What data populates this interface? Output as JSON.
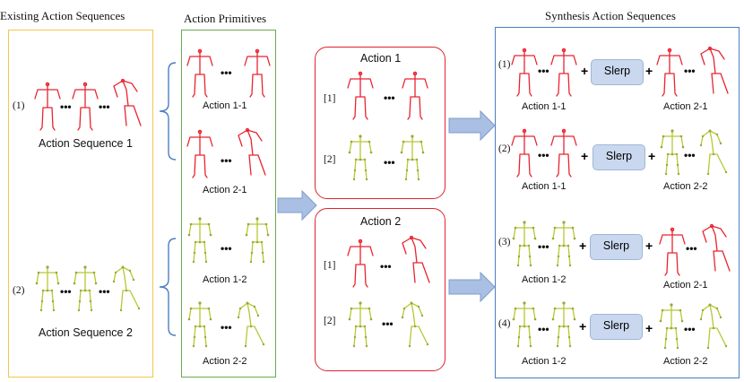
{
  "headers": {
    "existing": "Existing Action Sequences",
    "primitives": "Action Primitives",
    "synthesis": "Synthesis Action Sequences"
  },
  "existing": {
    "seq1_index": "(1)",
    "seq1_label": "Action Sequence 1",
    "seq2_index": "(2)",
    "seq2_label": "Action Sequence 2"
  },
  "primitives": {
    "p1": "Action 1-1",
    "p2": "Action 2-1",
    "p3": "Action 1-2",
    "p4": "Action 2-2"
  },
  "groups": {
    "g1_title": "Action 1",
    "g2_title": "Action 2",
    "idx1": "[1]",
    "idx2": "[2]"
  },
  "synthesis": {
    "rows": [
      {
        "index": "(1)",
        "left": "Action 1-1",
        "right": "Action 2-1"
      },
      {
        "index": "(2)",
        "left": "Action 1-1",
        "right": "Action 2-2"
      },
      {
        "index": "(3)",
        "left": "Action 1-2",
        "right": "Action 2-1"
      },
      {
        "index": "(4)",
        "left": "Action 1-2",
        "right": "Action 2-2"
      }
    ],
    "slerp": "Slerp",
    "plus": "+"
  },
  "ellipsis": "•••",
  "colors": {
    "red_skeleton": "#e8242f",
    "yellow_skeleton": "#b8c733",
    "yellow_border": "#f2c94c",
    "green_border": "#6aa84f",
    "red_border": "#e0242c",
    "blue_border": "#4a7fc1",
    "arrow_fill": "#a9bfe3",
    "arrow_stroke": "#7f9cc8"
  }
}
